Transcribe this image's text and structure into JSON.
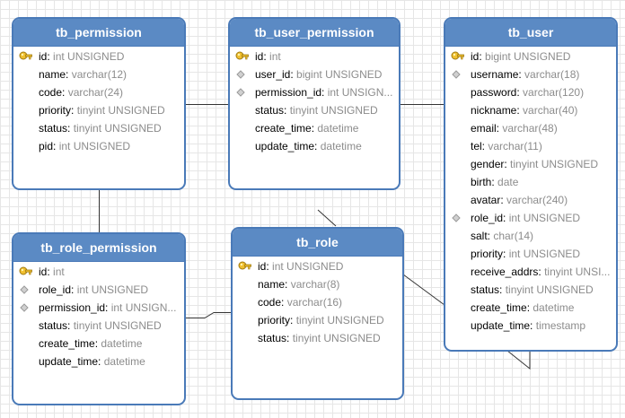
{
  "colors": {
    "header": "#5b8ac4",
    "border": "#4a7ab8",
    "grid": "#e6e6e6",
    "key": "#f0c030",
    "fk": "#b3b3b3"
  },
  "tables": [
    {
      "name": "tb_permission",
      "fields": [
        {
          "icon": "primary-key-icon",
          "name": "id:",
          "type": "int UNSIGNED"
        },
        {
          "icon": "",
          "name": "name:",
          "type": "varchar(12)"
        },
        {
          "icon": "",
          "name": "code:",
          "type": "varchar(24)"
        },
        {
          "icon": "",
          "name": "priority:",
          "type": "tinyint UNSIGNED"
        },
        {
          "icon": "",
          "name": "status:",
          "type": "tinyint UNSIGNED"
        },
        {
          "icon": "",
          "name": "pid:",
          "type": "int UNSIGNED"
        }
      ]
    },
    {
      "name": "tb_user_permission",
      "fields": [
        {
          "icon": "primary-key-icon",
          "name": "id:",
          "type": "int"
        },
        {
          "icon": "foreign-key-icon",
          "name": "user_id:",
          "type": "bigint UNSIGNED"
        },
        {
          "icon": "foreign-key-icon",
          "name": "permission_id:",
          "type": "int UNSIGN..."
        },
        {
          "icon": "",
          "name": "status:",
          "type": "tinyint UNSIGNED"
        },
        {
          "icon": "",
          "name": "create_time:",
          "type": "datetime"
        },
        {
          "icon": "",
          "name": "update_time:",
          "type": "datetime"
        }
      ]
    },
    {
      "name": "tb_user",
      "fields": [
        {
          "icon": "primary-key-icon",
          "name": "id:",
          "type": "bigint UNSIGNED"
        },
        {
          "icon": "foreign-key-icon",
          "name": "username:",
          "type": "varchar(18)"
        },
        {
          "icon": "",
          "name": "password:",
          "type": "varchar(120)"
        },
        {
          "icon": "",
          "name": "nickname:",
          "type": "varchar(40)"
        },
        {
          "icon": "",
          "name": "email:",
          "type": "varchar(48)"
        },
        {
          "icon": "",
          "name": "tel:",
          "type": "varchar(11)"
        },
        {
          "icon": "",
          "name": "gender:",
          "type": "tinyint UNSIGNED"
        },
        {
          "icon": "",
          "name": "birth:",
          "type": "date"
        },
        {
          "icon": "",
          "name": "avatar:",
          "type": "varchar(240)"
        },
        {
          "icon": "foreign-key-icon",
          "name": "role_id:",
          "type": "int UNSIGNED"
        },
        {
          "icon": "",
          "name": "salt:",
          "type": "char(14)"
        },
        {
          "icon": "",
          "name": "priority:",
          "type": "int UNSIGNED"
        },
        {
          "icon": "",
          "name": "receive_addrs:",
          "type": "tinyint UNSI..."
        },
        {
          "icon": "",
          "name": "status:",
          "type": "tinyint UNSIGNED"
        },
        {
          "icon": "",
          "name": "create_time:",
          "type": "datetime"
        },
        {
          "icon": "",
          "name": "update_time:",
          "type": "timestamp"
        }
      ]
    },
    {
      "name": "tb_role_permission",
      "fields": [
        {
          "icon": "primary-key-icon",
          "name": "id:",
          "type": "int"
        },
        {
          "icon": "foreign-key-icon",
          "name": "role_id:",
          "type": "int UNSIGNED"
        },
        {
          "icon": "foreign-key-icon",
          "name": "permission_id:",
          "type": "int UNSIGN..."
        },
        {
          "icon": "",
          "name": "status:",
          "type": "tinyint UNSIGNED"
        },
        {
          "icon": "",
          "name": "create_time:",
          "type": "datetime"
        },
        {
          "icon": "",
          "name": "update_time:",
          "type": "datetime"
        }
      ]
    },
    {
      "name": "tb_role",
      "fields": [
        {
          "icon": "primary-key-icon",
          "name": "id:",
          "type": "int UNSIGNED"
        },
        {
          "icon": "",
          "name": "name:",
          "type": "varchar(8)"
        },
        {
          "icon": "",
          "name": "code:",
          "type": "varchar(16)"
        },
        {
          "icon": "",
          "name": "priority:",
          "type": "tinyint UNSIGNED"
        },
        {
          "icon": "",
          "name": "status:",
          "type": "tinyint UNSIGNED"
        }
      ]
    }
  ]
}
